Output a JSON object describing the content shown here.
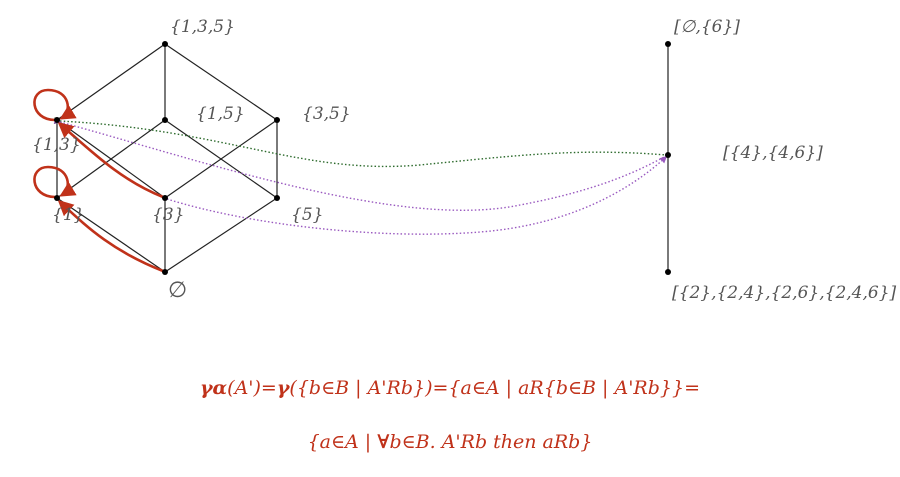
{
  "left_lattice": {
    "labels": {
      "top": "{1,3,5}",
      "s15": "{1,5}",
      "s35": "{3,5}",
      "s13": "{1,3}",
      "s1": "{1}",
      "s3": "{3}",
      "s5": "{5}",
      "bottom": "∅"
    }
  },
  "right_chain": {
    "labels": {
      "top": "[∅,{6}]",
      "middle": "[{4},{4,6}]",
      "bottom": "[{2},{2,4},{2,6},{2,4,6}]"
    }
  },
  "colors": {
    "edge": "#222222",
    "node": "#000000",
    "loop_arrow": "#c0321a",
    "green_dotted": "#2d6b2d",
    "purple_dotted": "#9a5ac0",
    "formula": "#c0321a",
    "label": "#555555"
  },
  "formula": {
    "line1_part1": "γα",
    "line1_part2": "(A')=",
    "line1_part3": "γ",
    "line1_part4": "({b∈B | A'Rb})={a∈A | aR{b∈B | A'Rb}}=",
    "line2_part1": "{a∈A | ",
    "line2_part2": "∀",
    "line2_part3": "b∈B. A'Rb then aRb}"
  }
}
